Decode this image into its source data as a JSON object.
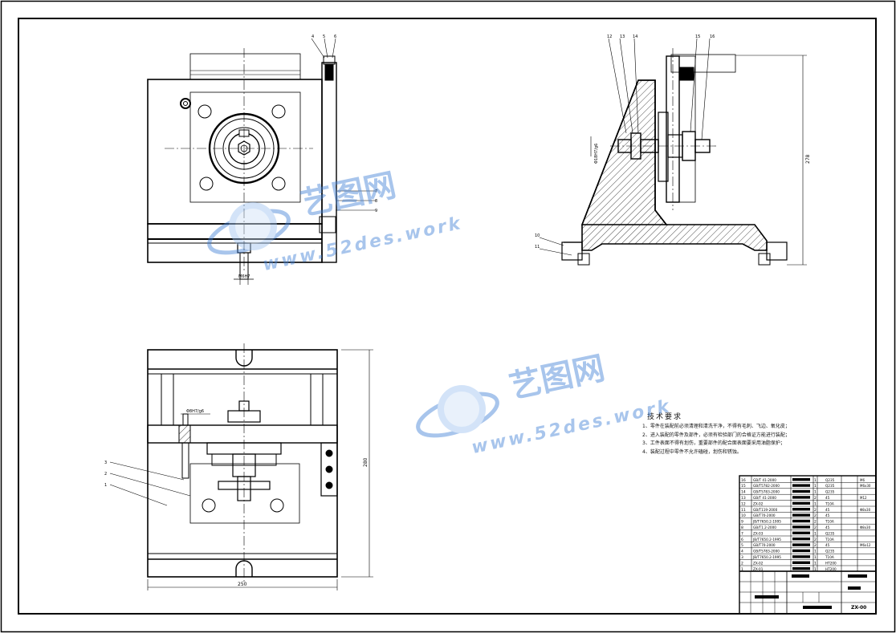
{
  "drawing": {
    "dimensions": {
      "front_bolt": "M6H7",
      "side_height": "278",
      "side_fit": "Φ18H7/g6",
      "top_fit": "Φ8H7/g6",
      "top_width": "250",
      "top_height": "280"
    },
    "front_callouts": [
      "4",
      "5",
      "6",
      "7",
      "8",
      "9"
    ],
    "side_callouts": [
      "12",
      "13",
      "14",
      "15",
      "16",
      "10",
      "11"
    ],
    "top_callouts": [
      "3",
      "2",
      "1"
    ]
  },
  "technical_requirements": {
    "title": "技术要求",
    "lines": [
      "1、零件在装配前必须清理和清洗干净，不得有毛刺、飞边、氧化皮；",
      "2、进入装配的零件及部件，必须有检验部门的合格证方能进行装配；",
      "3、工件表面不得有划伤，重要部件的配合面表面要采用油脂保护；",
      "4、装配过程中零件不允许磕碰，划伤和锈蚀。"
    ]
  },
  "bom": {
    "rows": [
      {
        "no": "16",
        "code": "GB/T 41-2000",
        "qty": "1",
        "mat": "Q235",
        "note": "M6"
      },
      {
        "no": "15",
        "code": "GB/T5782-2000",
        "qty": "1",
        "mat": "Q235",
        "note": "M6x30"
      },
      {
        "no": "14",
        "code": "GB/T5783-2000",
        "qty": "1",
        "mat": "Q235",
        "note": ""
      },
      {
        "no": "13",
        "code": "GB/T 41-2000",
        "qty": "2",
        "mat": "45",
        "note": "M12"
      },
      {
        "no": "12",
        "code": "ZX-02",
        "qty": "1",
        "mat": "T10A",
        "note": ""
      },
      {
        "no": "11",
        "code": "GB/T119-2000",
        "qty": "2",
        "mat": "45",
        "note": "Φ8x30"
      },
      {
        "no": "10",
        "code": "GB/T70-2000",
        "qty": "2",
        "mat": "45",
        "note": ""
      },
      {
        "no": "9",
        "code": "JB/T7650.2-1995",
        "qty": "2",
        "mat": "T10A",
        "note": ""
      },
      {
        "no": "8",
        "code": "GB/T1.2-2000",
        "qty": "2",
        "mat": "45",
        "note": "Φ8x30"
      },
      {
        "no": "7",
        "code": "ZX-03",
        "qty": "1",
        "mat": "Q235",
        "note": ""
      },
      {
        "no": "6",
        "code": "JB/T7650.2-1995",
        "qty": "2",
        "mat": "T10A",
        "note": ""
      },
      {
        "no": "5",
        "code": "GB/T70-2000",
        "qty": "2",
        "mat": "45",
        "note": "M6x12"
      },
      {
        "no": "4",
        "code": "GB/T5783-2000",
        "qty": "1",
        "mat": "Q235",
        "note": ""
      },
      {
        "no": "3",
        "code": "JB/T7650.2-1995",
        "qty": "1",
        "mat": "T10A",
        "note": ""
      },
      {
        "no": "2",
        "code": "ZX-02",
        "qty": "1",
        "mat": "HT200",
        "note": ""
      },
      {
        "no": "1",
        "code": "ZX-01",
        "qty": "1",
        "mat": "HT200",
        "note": ""
      }
    ],
    "drawing_code": "ZX-00"
  },
  "watermark": {
    "brand": "艺图网",
    "url": "www.52des.work"
  },
  "colors": {
    "line": "#000000",
    "watermark_blue": "#3f7fd6",
    "watermark_light": "#9ec3f0"
  }
}
